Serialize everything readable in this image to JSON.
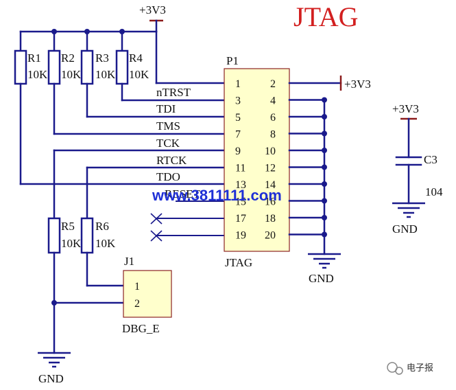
{
  "title": "JTAG",
  "power": {
    "top_label": "+3V3",
    "pin2_label": "+3V3",
    "cap_label": "+3V3"
  },
  "resistors": [
    {
      "ref": "R1",
      "value": "10K"
    },
    {
      "ref": "R2",
      "value": "10K"
    },
    {
      "ref": "R3",
      "value": "10K"
    },
    {
      "ref": "R4",
      "value": "10K"
    },
    {
      "ref": "R5",
      "value": "10K"
    },
    {
      "ref": "R6",
      "value": "10K"
    }
  ],
  "connector": {
    "ref": "P1",
    "name": "JTAG",
    "left_pins": [
      "1",
      "3",
      "5",
      "7",
      "9",
      "11",
      "13",
      "15",
      "17",
      "19"
    ],
    "right_pins": [
      "2",
      "4",
      "6",
      "8",
      "10",
      "12",
      "14",
      "16",
      "18",
      "20"
    ]
  },
  "signals": [
    "nTRST",
    "TDI",
    "TMS",
    "TCK",
    "RTCK",
    "TDO",
    "RESET"
  ],
  "j1": {
    "ref": "J1",
    "name": "DBG_E",
    "pins": [
      "1",
      "2"
    ]
  },
  "capacitor": {
    "ref": "C3",
    "value": "104"
  },
  "ground_label": "GND",
  "watermark": "www.3811111.com",
  "source": "电子报"
}
